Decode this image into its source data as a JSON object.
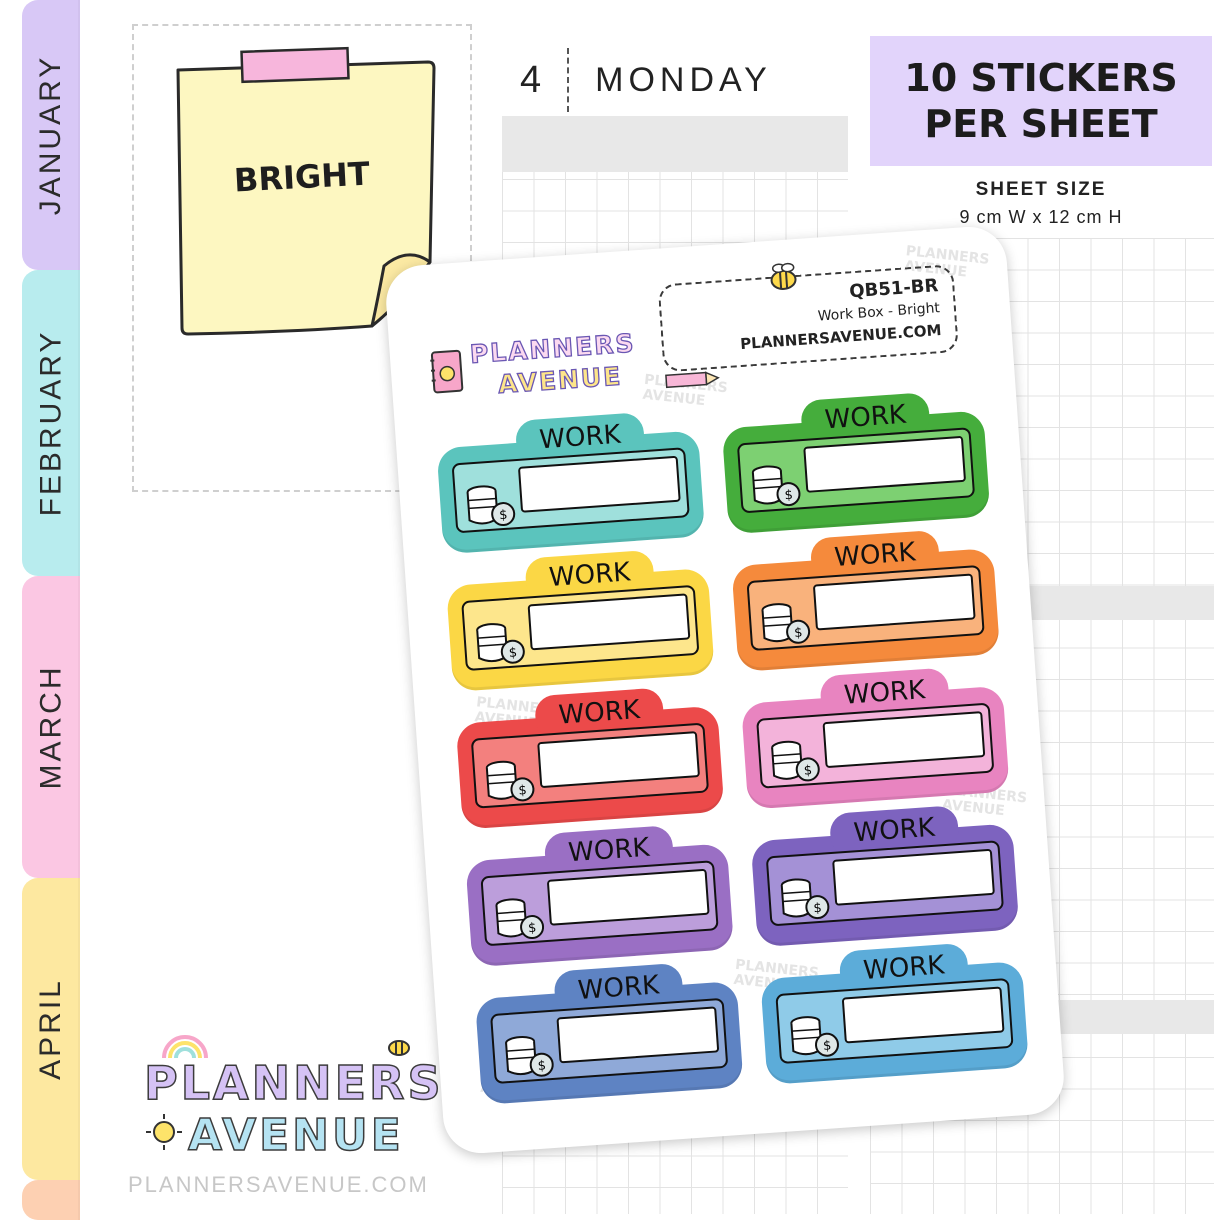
{
  "months": [
    "JANUARY",
    "FEBRUARY",
    "MARCH",
    "APRIL"
  ],
  "month_colors": [
    "#d8c8f6",
    "#b8ecee",
    "#fbc7e3",
    "#fde8a0",
    "#fdd0b2"
  ],
  "planner": {
    "day_number": "4",
    "day_name": "MONDAY"
  },
  "note": {
    "label": "BRIGHT",
    "paper_color": "#fdf7c1",
    "tape_color": "#f7b6dc"
  },
  "promo": {
    "line1": "10 STICKERS",
    "line2": "PER SHEET",
    "sheet_size_label": "SHEET SIZE",
    "sheet_size_value": "9 cm W  x  12 cm H",
    "highlight_color": "#e2d4fb"
  },
  "sheet": {
    "code": "QB51-BR",
    "name": "Work Box - Bright",
    "url": "PLANNERSAVENUE.COM",
    "brand_line1": "PLANNERS",
    "brand_line2": "AVENUE",
    "watermark_line1": "PLANNERS",
    "watermark_line2": "AVENUE",
    "stickers": [
      {
        "title": "WORK",
        "color": "#5bc4bd",
        "field_bg": "#9fe0dc"
      },
      {
        "title": "WORK",
        "color": "#45ad3c",
        "field_bg": "#7dd072"
      },
      {
        "title": "WORK",
        "color": "#fbd745",
        "field_bg": "#fde68c"
      },
      {
        "title": "WORK",
        "color": "#f58a3c",
        "field_bg": "#f9b27c"
      },
      {
        "title": "WORK",
        "color": "#ec4a4a",
        "field_bg": "#f3807e"
      },
      {
        "title": "WORK",
        "color": "#e884c0",
        "field_bg": "#f3b3da"
      },
      {
        "title": "WORK",
        "color": "#9a6fc4",
        "field_bg": "#bc9edb"
      },
      {
        "title": "WORK",
        "color": "#7d63bf",
        "field_bg": "#a491d6"
      },
      {
        "title": "WORK",
        "color": "#5e83c3",
        "field_bg": "#8fa9d8"
      },
      {
        "title": "WORK",
        "color": "#5cacd9",
        "field_bg": "#8fcbe8"
      }
    ]
  },
  "brand": {
    "line1": "PLANNERS",
    "line2": "AVENUE",
    "url": "PLANNERSAVENUE.COM"
  }
}
